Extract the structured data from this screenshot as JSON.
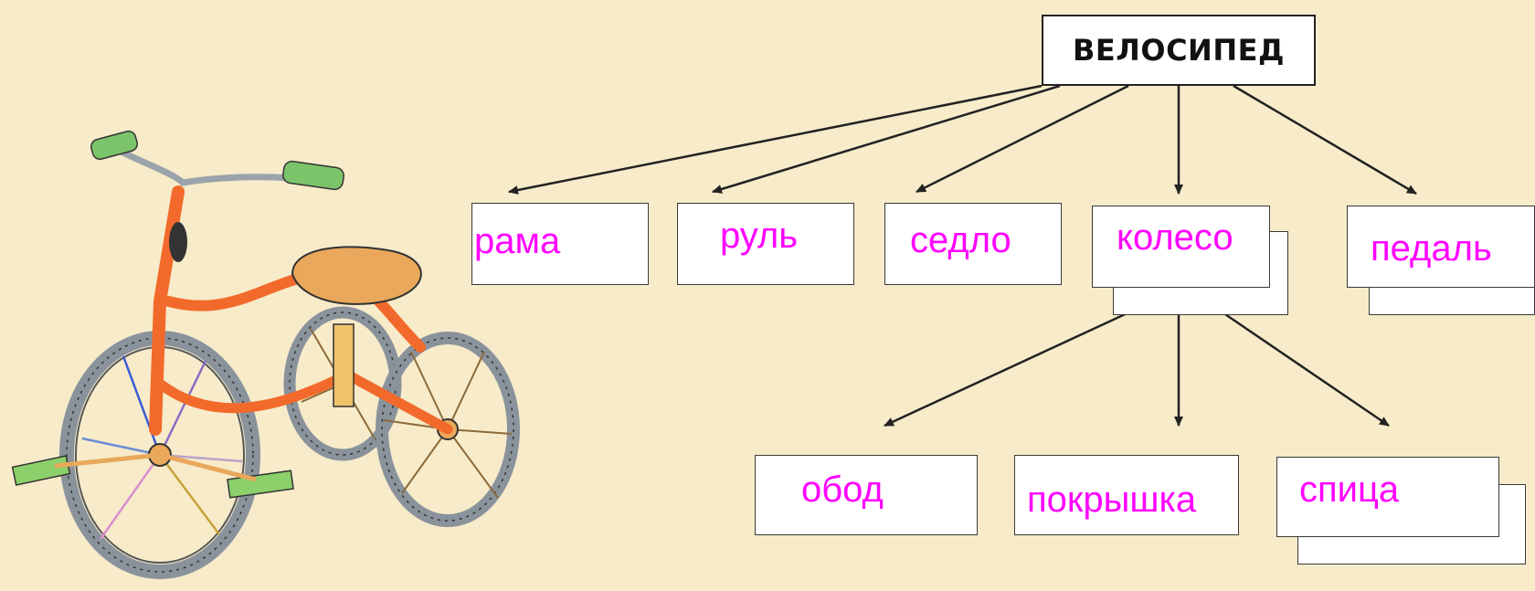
{
  "diagram": {
    "root": "ВЕЛОСИПЕД",
    "parts": {
      "rama": "рама",
      "rul": "руль",
      "sedlo": "седло",
      "koleso": "колесо",
      "pedal": "педаль"
    },
    "wheel_parts": {
      "obod": "обод",
      "pokryshka": "покрышка",
      "spica": "спица"
    }
  },
  "colors": {
    "label": "#ff00ff",
    "background": "#f7ebc9",
    "tire": "#8a939c",
    "frame": "#f26a2b",
    "seat": "#e9a85b",
    "grip": "#7cc46a"
  }
}
